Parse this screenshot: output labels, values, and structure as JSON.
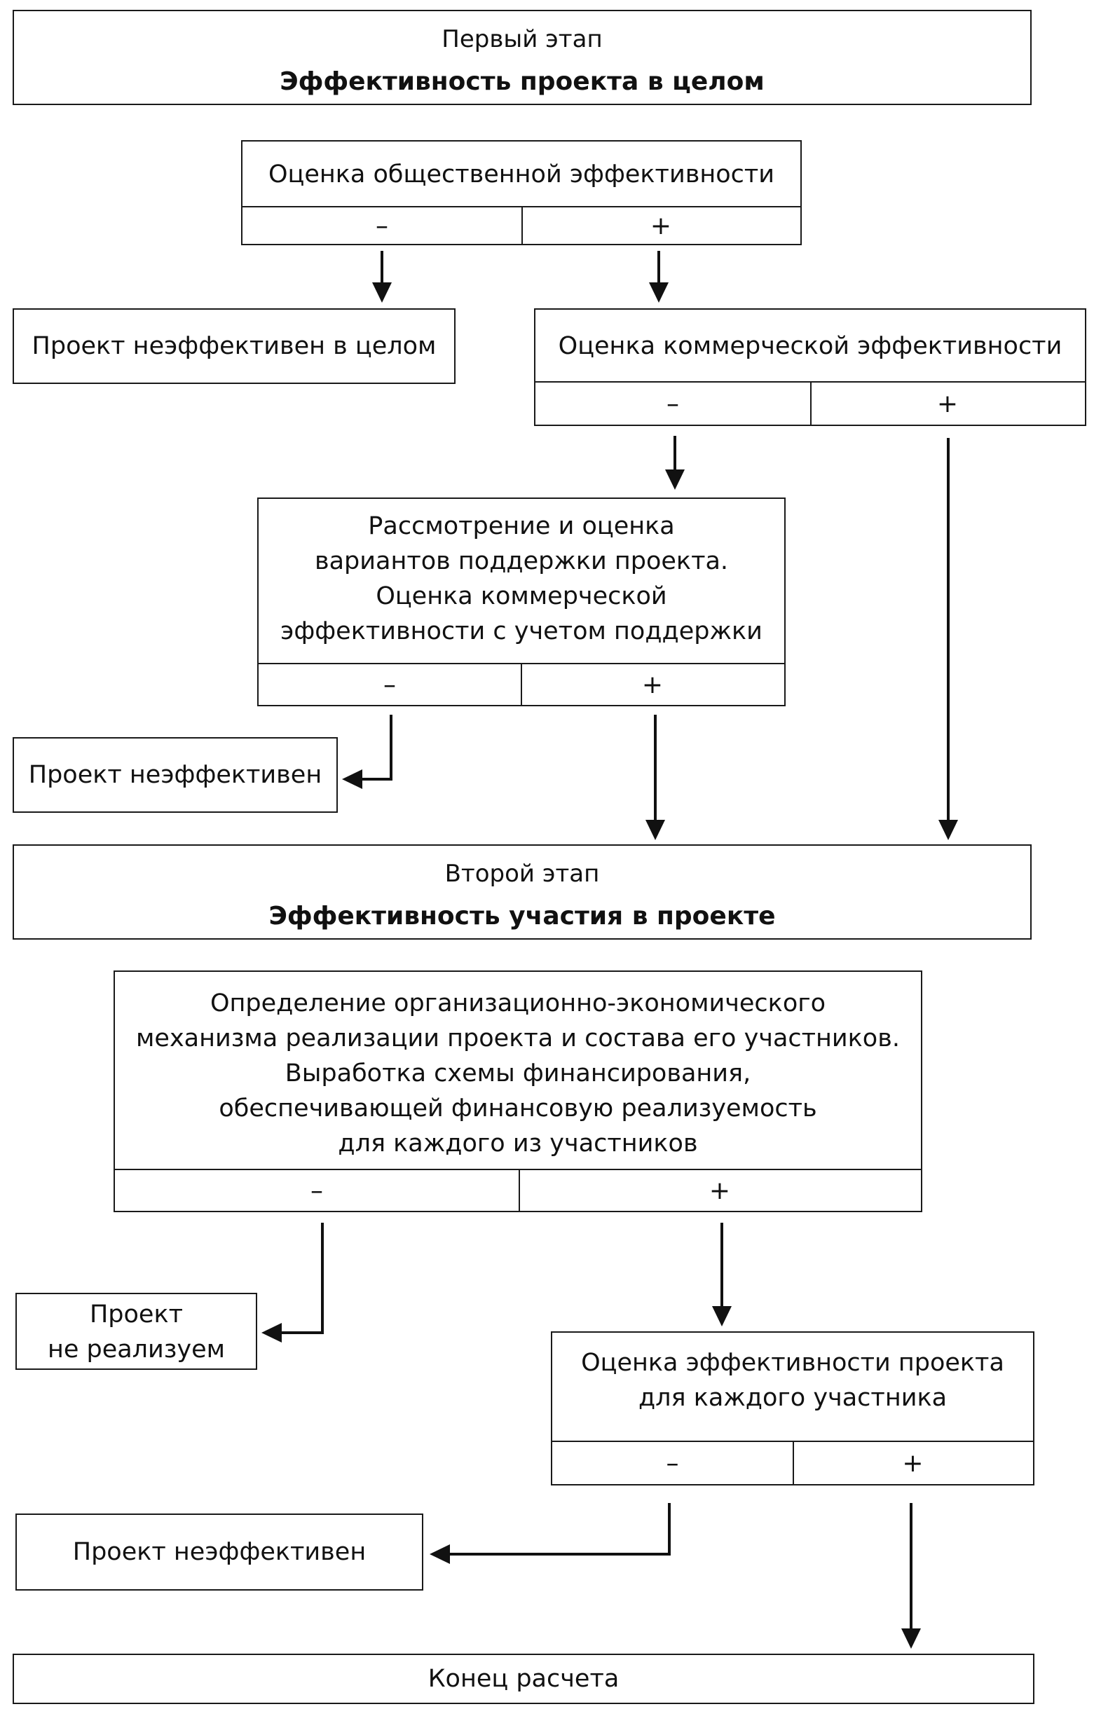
{
  "stage1": {
    "label": "Первый этап",
    "title": "Эффективность проекта в целом"
  },
  "social": {
    "text": "Оценка общественной эффективности",
    "minus": "–",
    "plus": "+"
  },
  "ineffective_overall": {
    "text": "Проект неэффективен в целом"
  },
  "commercial": {
    "text": "Оценка коммерческой эффективности",
    "minus": "–",
    "plus": "+"
  },
  "support": {
    "text": "Рассмотрение и оценка\nвариантов поддержки проекта.\nОценка коммерческой\nэффективности с учетом поддержки",
    "minus": "–",
    "plus": "+"
  },
  "ineffective_1": {
    "text": "Проект неэффективен"
  },
  "stage2": {
    "label": "Второй этап",
    "title": "Эффективность участия в проекте"
  },
  "mechanism": {
    "text": "Определение организационно-экономического\nмеханизма реализации проекта и состава его участников.\nВыработка схемы финансирования,\nобеспечивающей финансовую реализуемость\nдля каждого из участников",
    "minus": "–",
    "plus": "+"
  },
  "not_feasible": {
    "text": "Проект\nне реализуем"
  },
  "participant": {
    "text": "Оценка эффективности проекта\nдля каждого участника",
    "minus": "–",
    "plus": "+"
  },
  "ineffective_2": {
    "text": "Проект неэффективен"
  },
  "end": {
    "text": "Конец расчета"
  }
}
